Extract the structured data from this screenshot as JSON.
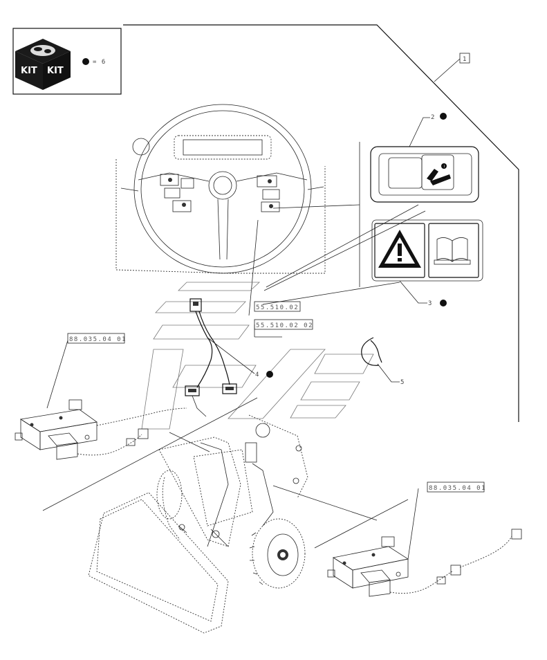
{
  "kit_box": {
    "label_left": "KIT",
    "label_right": "KIT",
    "bullet_text": "= 6"
  },
  "callouts": {
    "c1": "1",
    "c2": "2",
    "c3": "3",
    "c4": "4",
    "c5": "5"
  },
  "refs": {
    "ref_top": "55.510.02",
    "ref_mid": "55.510.02 02",
    "ref_left": "88.035.04 01",
    "ref_right": "88.035.04 01"
  }
}
